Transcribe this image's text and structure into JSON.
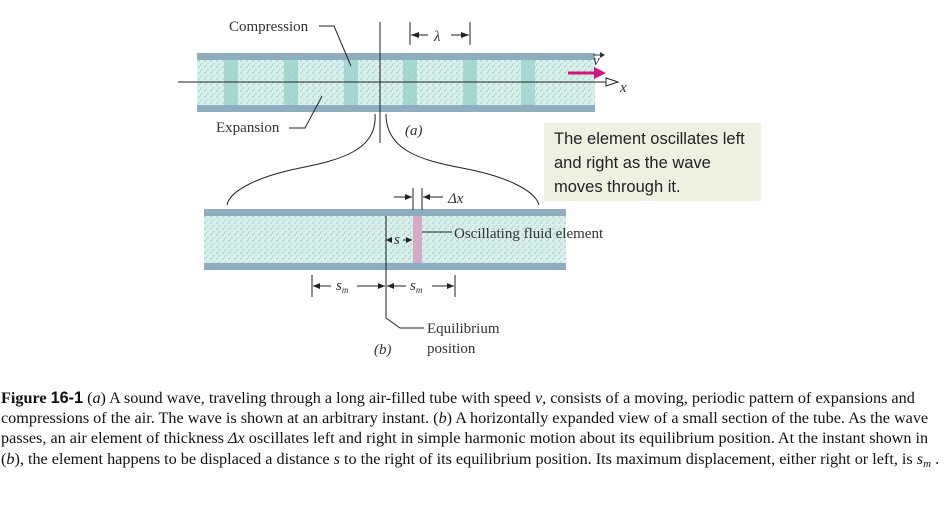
{
  "figure": {
    "labels": {
      "compression": "Compression",
      "expansion": "Expansion",
      "lambda": "λ",
      "velocity": "v",
      "x_axis": "x",
      "part_a": "(a)",
      "part_b": "(b)",
      "delta_x": "Δx",
      "s": "s",
      "s_m_1": "s",
      "s_m_1_sub": "m",
      "s_m_2": "s",
      "s_m_2_sub": "m",
      "oscillating": "Oscillating fluid element",
      "equilibrium_1": "Equilibrium",
      "equilibrium_2": "position"
    },
    "colors": {
      "tube_wall": "#8eaec0",
      "tube_fill": "#d7eeea",
      "compression": "#9fd3cd",
      "element": "#d9a9c8",
      "velocity_arrow": "#d0157c",
      "note_bg": "#eef0e2"
    }
  },
  "note": {
    "text": "The element oscillates left and right as the wave moves through it."
  },
  "caption": {
    "label": "Figure ",
    "label_number": "16-1",
    "t1": " (",
    "a": "a",
    "t2": ") A sound wave, traveling through a long air-filled tube with speed ",
    "v": "v",
    "t3": ", consists of a moving, periodic pattern of expansions and compressions of the air. The wave is shown at an arbitrary instant. (",
    "b": "b",
    "t4": ") A horizontally expanded view of a small section of the tube. As the wave passes, an air element of thickness ",
    "dx": "Δx",
    "t5": " oscillates left and right in simple harmonic motion about its equilibrium position. At the instant shown in (",
    "b2": "b",
    "t6": "), the element happens to be displaced a distance ",
    "s": "s",
    "t7": " to the right of its equilibrium position. Its maximum displacement, either right or left, is ",
    "sm": "s",
    "sm_sub": "m",
    "t8": " ."
  }
}
